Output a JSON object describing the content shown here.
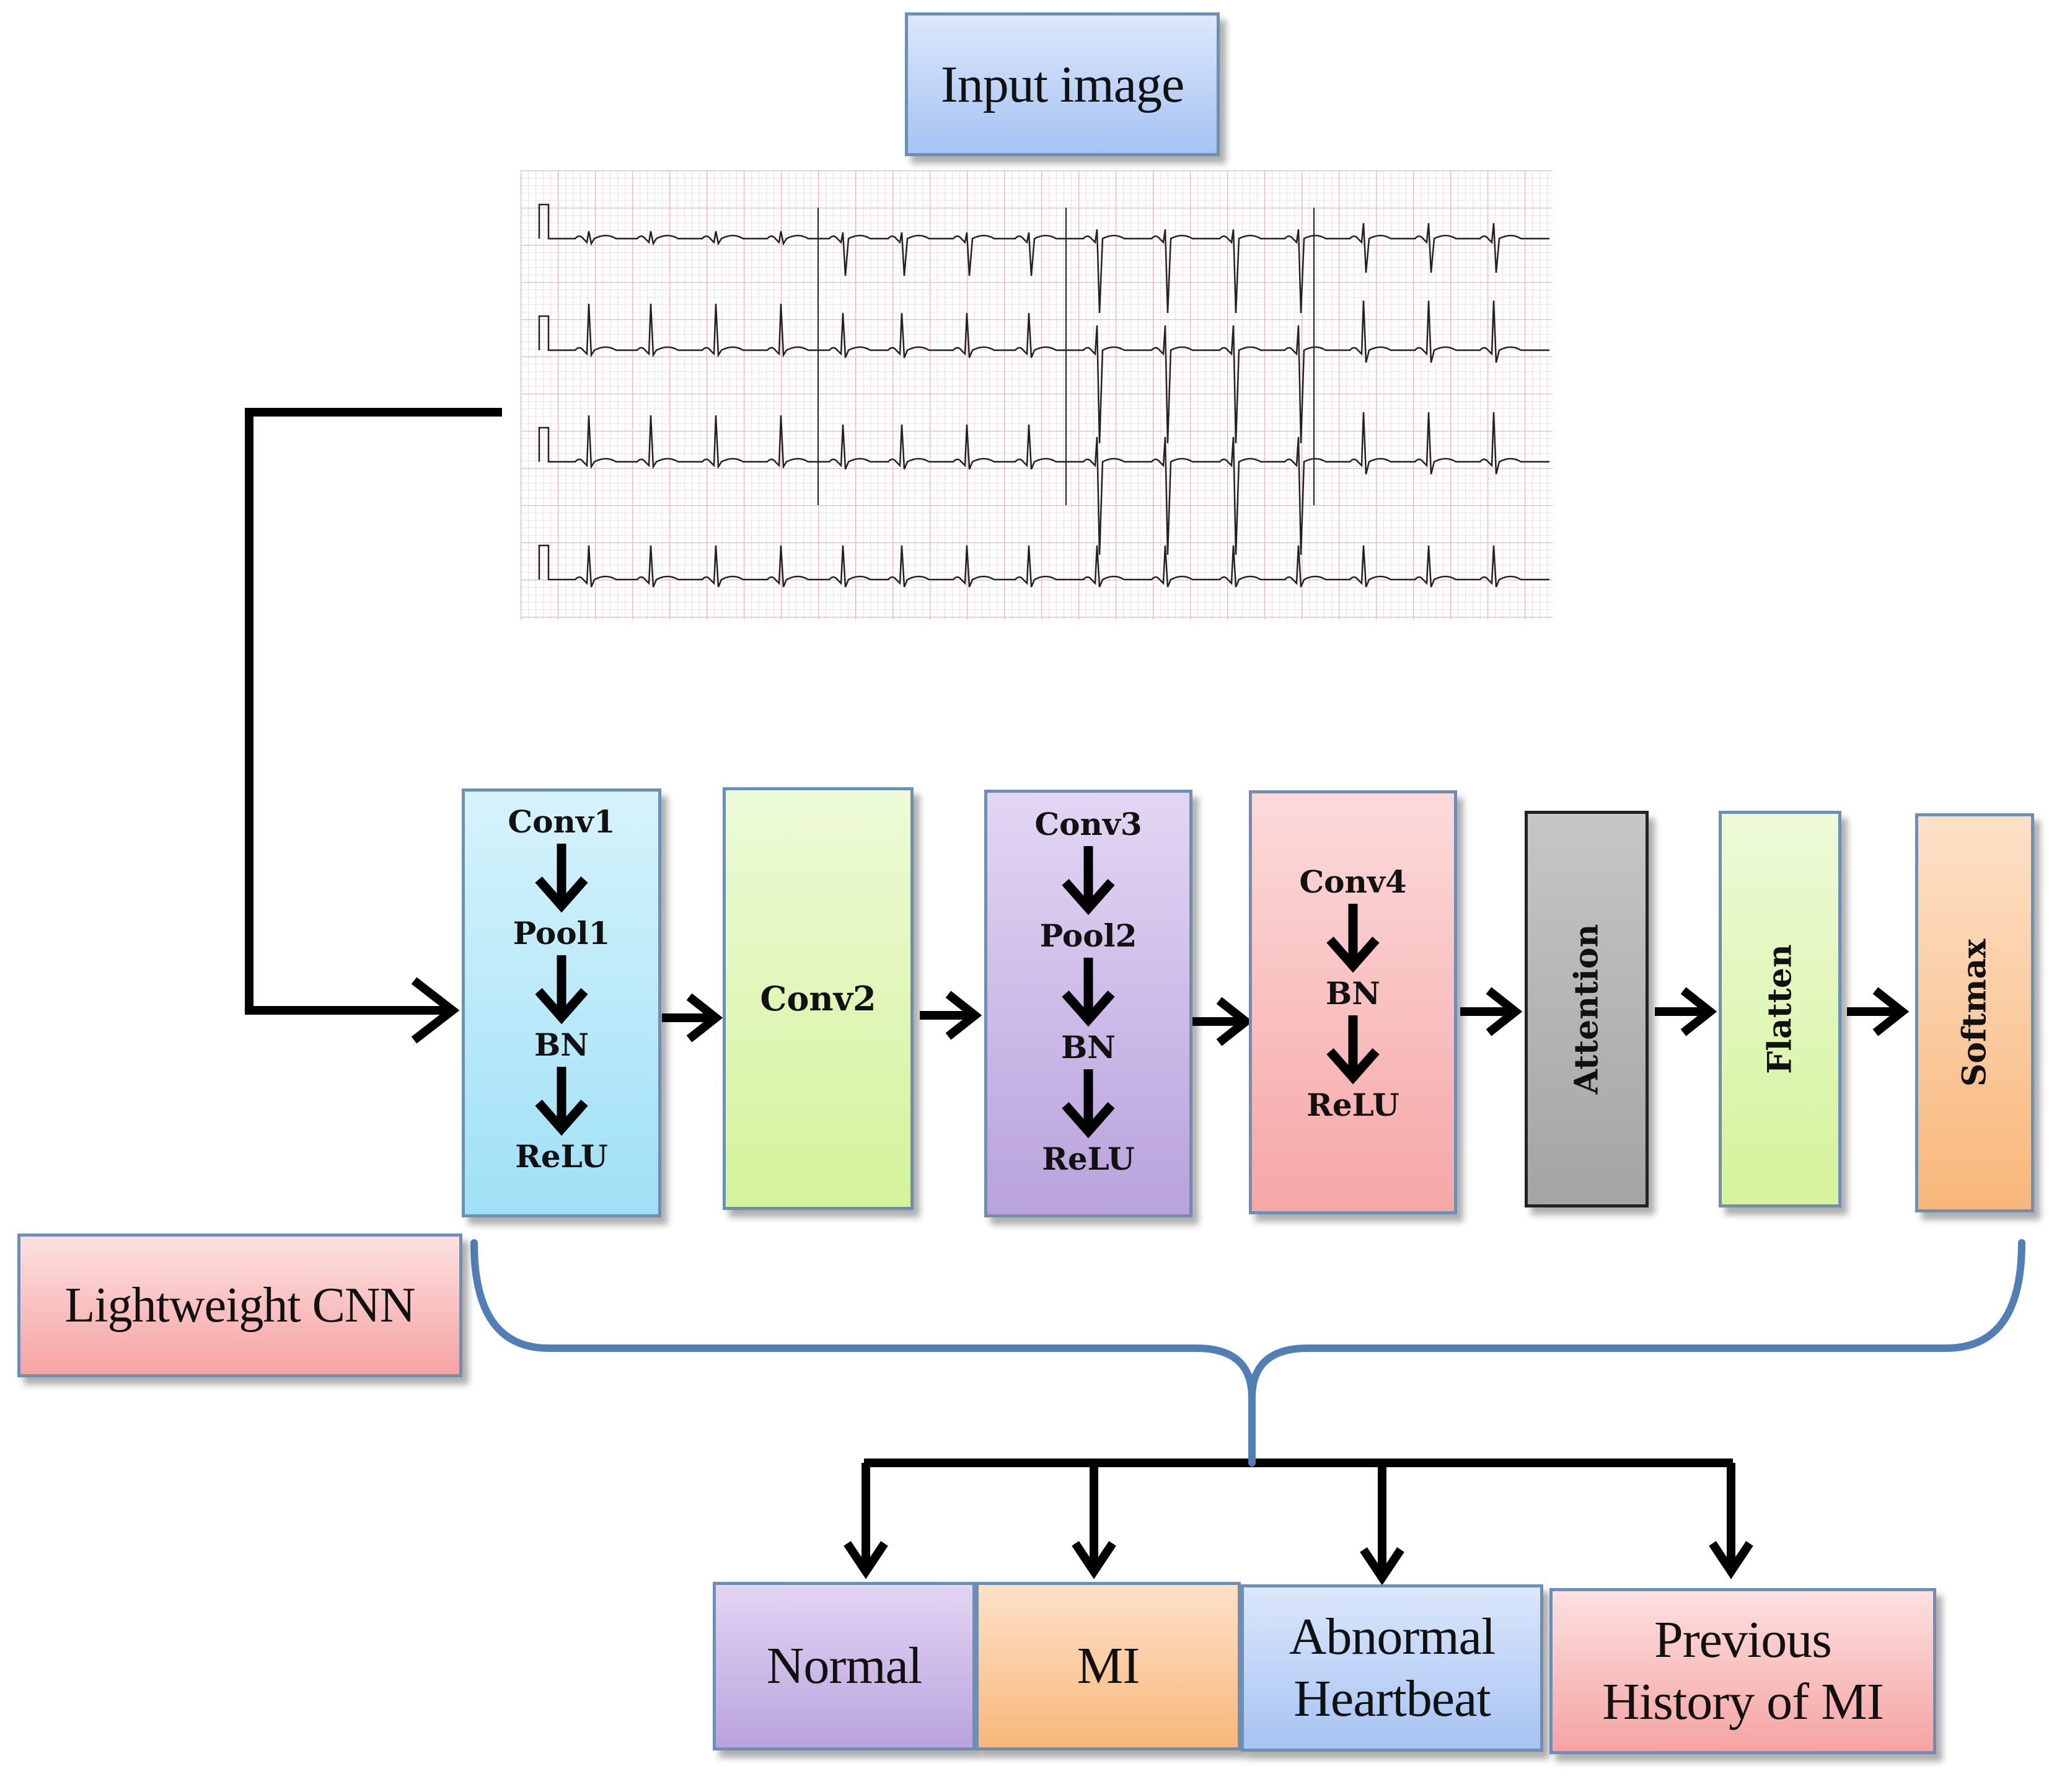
{
  "input": {
    "label": "Input image"
  },
  "ecg": {
    "grid_color": "#f4c8c8",
    "trace_color": "#222222"
  },
  "cnn_label": "Lightweight CNN",
  "blocks": {
    "block1": {
      "layers": [
        "Conv1",
        "Pool1",
        "BN",
        "ReLU"
      ],
      "color": "#a9e3f7"
    },
    "block2": {
      "layers": [
        "Conv2"
      ],
      "color": "#dcf5a8"
    },
    "block3": {
      "layers": [
        "Conv3",
        "Pool2",
        "BN",
        "ReLU"
      ],
      "color": "#c6b2e4"
    },
    "block4": {
      "layers": [
        "Conv4",
        "BN",
        "ReLU"
      ],
      "color": "#f9b2b2"
    },
    "attention": {
      "label": "Attention",
      "color": "#b3b3b3"
    },
    "flatten": {
      "label": "Flatten",
      "color": "#dcf5a8"
    },
    "softmax": {
      "label": "Softmax",
      "color": "#fbc08e"
    }
  },
  "outputs": {
    "normal": "Normal",
    "mi": "MI",
    "abnormal": "Abnormal\nHeartbeat",
    "previous": "Previous\nHistory of MI"
  },
  "colors": {
    "brace": "#4f7fb5",
    "arrow": "#000000",
    "box_border": "#6e8fb3"
  }
}
